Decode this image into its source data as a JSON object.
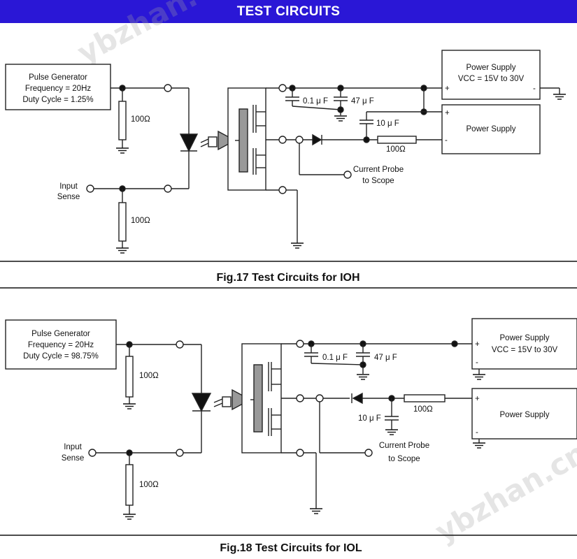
{
  "header": {
    "title": "TEST CIRCUITS",
    "watermark": "ybzhan.cn",
    "accent": "#2a17d6"
  },
  "fig17": {
    "caption": "Fig.17 Test Circuits for IOH",
    "generator": {
      "line1": "Pulse Generator",
      "line2": "Frequency = 20Hz",
      "line3": "Duty Cycle = 1.25%"
    },
    "input_sense": {
      "line1": "Input",
      "line2": "Sense"
    },
    "r_top": "100Ω",
    "r_bottom": "100Ω",
    "cap1": "0.1 μ F",
    "cap2": "47 μ F",
    "cap3": "10 μ F",
    "r_load": "100Ω",
    "probe": {
      "line1": "Current Probe",
      "line2": "to Scope"
    },
    "psu1": {
      "line1": "Power Supply",
      "line2": "VCC = 15V to 30V",
      "plus": "+",
      "minus": "-"
    },
    "psu2": {
      "line1": "Power Supply",
      "plus": "+",
      "minus": "-"
    }
  },
  "fig18": {
    "caption": "Fig.18 Test Circuits for IOL",
    "generator": {
      "line1": "Pulse Generator",
      "line2": "Frequency = 20Hz",
      "line3": "Duty Cycle = 98.75%"
    },
    "input_sense": {
      "line1": "Input",
      "line2": "Sense"
    },
    "r_top": "100Ω",
    "r_bottom": "100Ω",
    "cap1": "0.1 μ F",
    "cap2": "47 μ F",
    "cap3": "10 μ F",
    "r_load": "100Ω",
    "probe": {
      "line1": "Current Probe",
      "line2": "to Scope"
    },
    "psu1": {
      "line1": "Power Supply",
      "line2": "VCC = 15V to 30V",
      "plus": "+",
      "minus": "-"
    },
    "psu2": {
      "line1": "Power Supply",
      "plus": "+",
      "minus": "-"
    }
  }
}
